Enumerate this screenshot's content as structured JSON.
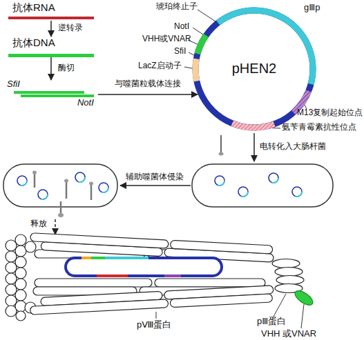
{
  "diagram": {
    "nodes": [
      {
        "text": [
          "抗体RNA"
        ]
      },
      {
        "text": [
          "抗体DNA"
        ]
      },
      {
        "text": [
          "SfiⅠ",
          "NotⅠ"
        ]
      },
      {
        "text": [
          "pHEN2"
        ]
      }
    ],
    "edges": [
      {
        "from": 0,
        "to": 1,
        "arrow": "to",
        "label": "逆转录"
      },
      {
        "from": 1,
        "to": 2,
        "arrow": "to",
        "label": "酶切"
      },
      {
        "from": 2,
        "to": 3,
        "arrow": "to",
        "label": "与噬菌粒载体连接"
      }
    ],
    "labels": [
      "琥珀终止子",
      "NotⅠ",
      "VHH或VNAR",
      "SfiⅠ",
      "LacZ启动子",
      "gⅢp",
      "M13复制起始位点",
      "氨苄青霉素抗性位点",
      "电转化入大肠杆菌",
      "辅助噬菌体侵染",
      "释放",
      "pⅧ蛋白",
      "pⅢ蛋白",
      "VHH 或VNAR"
    ]
  }
}
